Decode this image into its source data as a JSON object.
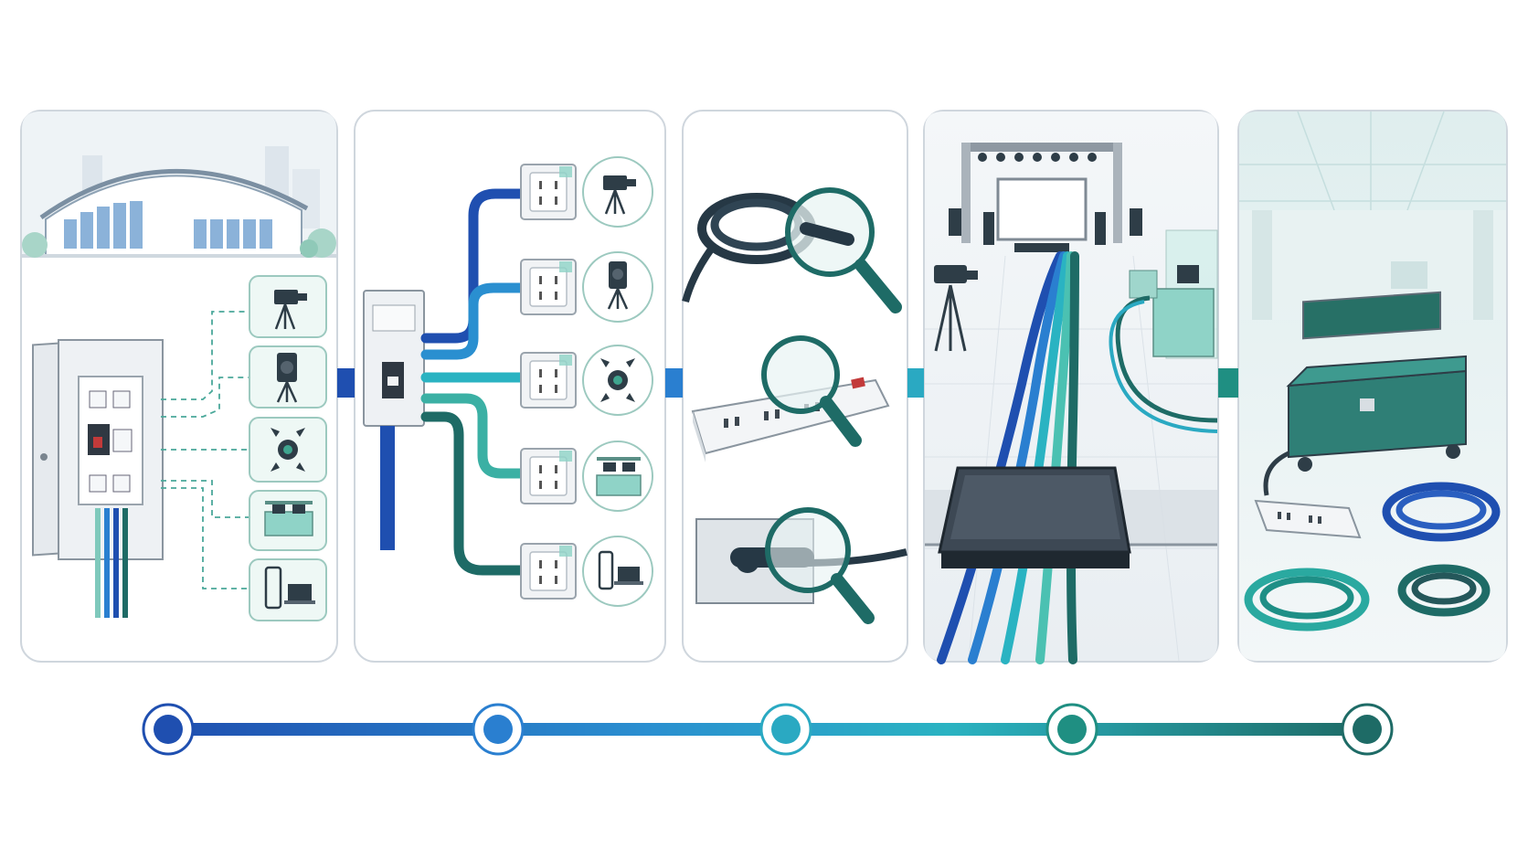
{
  "diagram": {
    "panels": [
      {
        "id": "venue-power-distribution",
        "devices": [
          "video-camera",
          "speaker",
          "stage-light",
          "booth",
          "phone-laptop"
        ]
      },
      {
        "id": "dedicated-circuits",
        "devices": [
          "video-camera",
          "speaker",
          "stage-light",
          "booth",
          "phone-laptop"
        ]
      },
      {
        "id": "inspect-equipment",
        "items": [
          "coiled-cable",
          "power-strip",
          "wall-outlet-plug"
        ]
      },
      {
        "id": "cable-routing",
        "items": [
          "stage-truss",
          "screen",
          "camera-tripod",
          "cable-ramp",
          "booth"
        ]
      },
      {
        "id": "pack-up",
        "items": [
          "road-case",
          "power-strip",
          "blue-cable-coil",
          "teal-cable-coil",
          "dark-cable-coil"
        ]
      }
    ],
    "timeline_steps": 5
  },
  "colors": {
    "blue_dark": "#1f4fb0",
    "blue": "#2a7fd0",
    "cyan": "#2aa9c2",
    "teal": "#1f8f82",
    "teal_dark": "#1e6b66",
    "panel_border": "#cfd6dd",
    "metal": "#e6eaee"
  }
}
